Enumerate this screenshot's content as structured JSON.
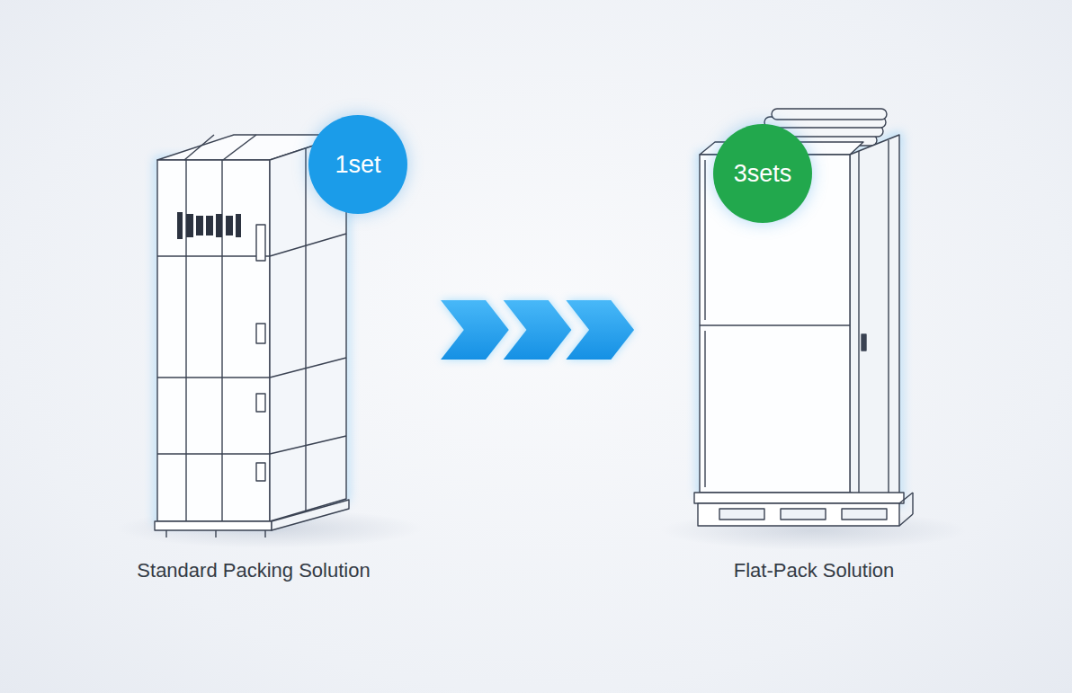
{
  "diagram": {
    "nodes": [
      {
        "text": [
          "Standard Packing Solution"
        ]
      },
      {
        "text": [
          "1set"
        ]
      },
      {
        "text": [
          "Flat-Pack Solution"
        ]
      },
      {
        "text": [
          "3sets"
        ]
      }
    ],
    "edges": [
      {
        "from": 0,
        "to": 2,
        "arrow": "to"
      }
    ]
  }
}
